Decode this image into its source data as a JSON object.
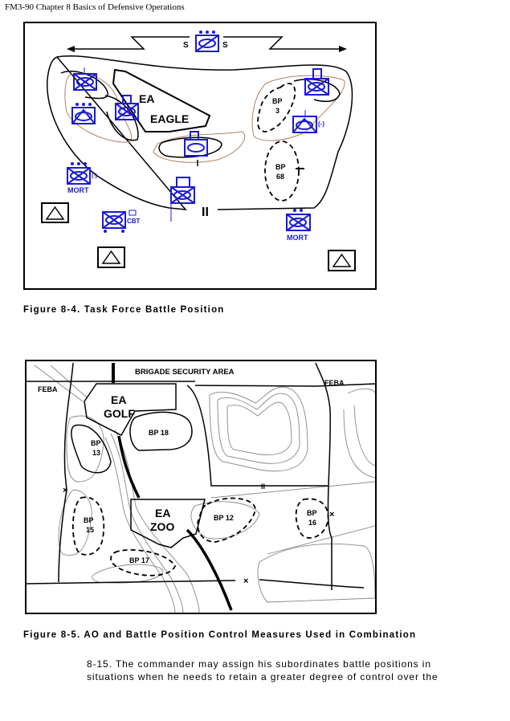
{
  "header": {
    "title": "FM3-90 Chapter 8 Basics of Defensive Operations"
  },
  "figure_8_4": {
    "caption": "Figure 8-4. Task Force Battle Position",
    "labels": {
      "screen_left": "S",
      "screen_right": "S",
      "ea": "EA",
      "eagle": "EAGLE",
      "bp3_a": "BP",
      "bp3_b": "3",
      "bp68_a": "BP",
      "bp68_b": "68",
      "minus1": "(-)",
      "minus2": "(-)",
      "mort1": "MORT",
      "mort2": "MORT",
      "cbt": "CBT",
      "boundary": "II"
    }
  },
  "figure_8_5": {
    "caption": "Figure 8-5. AO and Battle Position Control Measures Used in Combination",
    "labels": {
      "brigade_security_area": "BRIGADE SECURITY AREA",
      "feba_left": "FEBA",
      "feba_right": "FEBA",
      "ea_golf_a": "EA",
      "ea_golf_b": "GOLF",
      "ea_zoo_a": "EA",
      "ea_zoo_b": "ZOO",
      "bp18": "BP 18",
      "bp13_a": "BP",
      "bp13_b": "13",
      "bp15_a": "BP",
      "bp15_b": "15",
      "bp12": "BP 12",
      "bp16_a": "BP",
      "bp16_b": "16",
      "bp17": "BP 17"
    }
  },
  "body": {
    "line1": "8-15.   The commander may assign his subordinates battle positions in",
    "line2": "situations when he needs to retain a greater degree of control over the"
  }
}
